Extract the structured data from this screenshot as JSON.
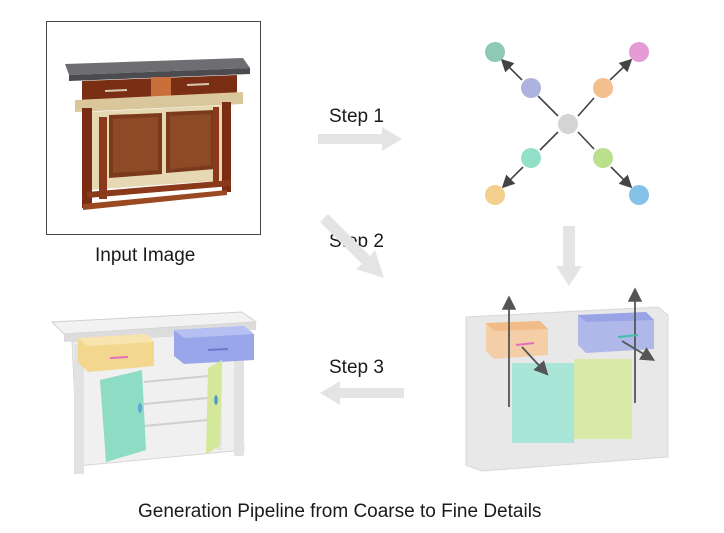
{
  "input_caption": "Input Image",
  "steps": [
    {
      "label": "Step 1"
    },
    {
      "label": "Step 2"
    },
    {
      "label": "Step 3"
    }
  ],
  "footer_caption": "Generation Pipeline from Coarse to Fine Details",
  "graph_node_colors": {
    "center": "#d4d4d4",
    "top_left_outer": "#8ec9b3",
    "top_left_inner": "#aeb2df",
    "top_right_inner": "#f3bf8d",
    "top_right_outer": "#e69ad8",
    "bottom_left_inner": "#93e0c9",
    "bottom_left_outer": "#f3d08e",
    "bottom_right_inner": "#b9e08c",
    "bottom_right_outer": "#86c1e8"
  }
}
